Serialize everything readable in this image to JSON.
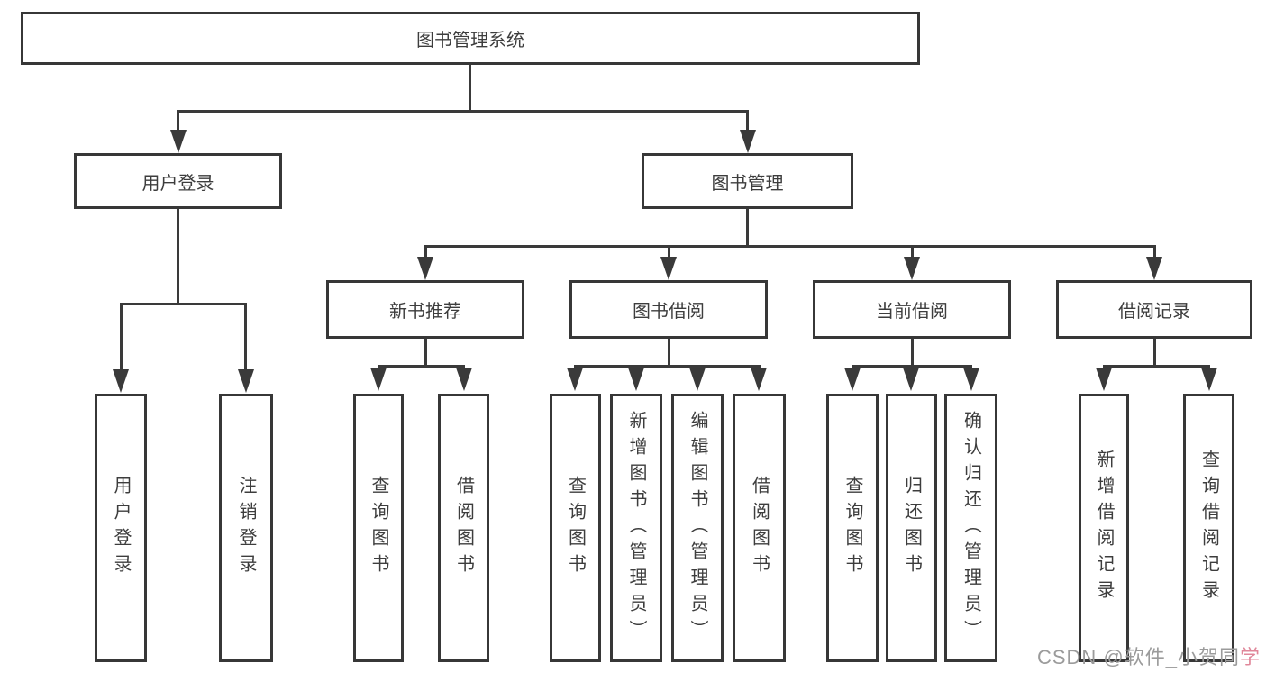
{
  "diagram": {
    "type": "hierarchy-tree",
    "tree": {
      "label": "图书管理系统",
      "children": [
        {
          "label": "用户登录",
          "children": [
            {
              "label": "用户登录"
            },
            {
              "label": "注销登录"
            }
          ]
        },
        {
          "label": "图书管理",
          "children": [
            {
              "label": "新书推荐",
              "children": [
                {
                  "label": "查询图书"
                },
                {
                  "label": "借阅图书"
                }
              ]
            },
            {
              "label": "图书借阅",
              "children": [
                {
                  "label": "查询图书"
                },
                {
                  "label": "新增图书（管理员）"
                },
                {
                  "label": "编辑图书（管理员）"
                },
                {
                  "label": "借阅图书"
                }
              ]
            },
            {
              "label": "当前借阅",
              "children": [
                {
                  "label": "查询图书"
                },
                {
                  "label": "归还图书"
                },
                {
                  "label": "确认归还（管理员）"
                }
              ]
            },
            {
              "label": "借阅记录",
              "children": [
                {
                  "label": "新增借阅记录"
                },
                {
                  "label": "查询借阅记录"
                }
              ]
            }
          ]
        }
      ]
    }
  },
  "watermark": {
    "main": "CSDN @软件_小贺同",
    "tail": "学"
  },
  "colors": {
    "background": "#ffffff",
    "line": "#3a3a3a",
    "border": "#373737",
    "text": "#3d3d3d",
    "watermark": "#9b9b9b",
    "watermark_accent": "#e0879a"
  }
}
